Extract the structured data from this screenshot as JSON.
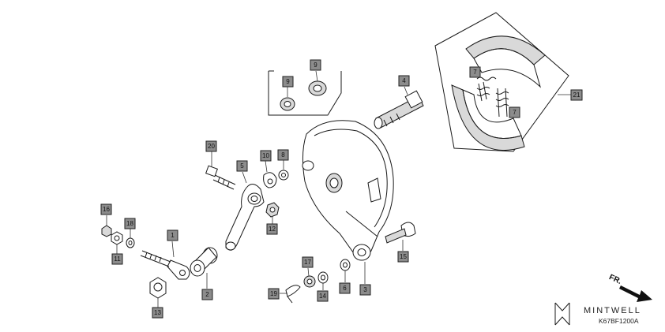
{
  "diagram": {
    "code": "K67BF1200A",
    "brand": "MINTWELL",
    "direction_label": "FR."
  },
  "callouts": [
    "1",
    "2",
    "3",
    "4",
    "5",
    "6",
    "7",
    "7",
    "8",
    "9",
    "9",
    "10",
    "11",
    "12",
    "13",
    "14",
    "15",
    "16",
    "17",
    "18",
    "19",
    "20",
    "21"
  ]
}
